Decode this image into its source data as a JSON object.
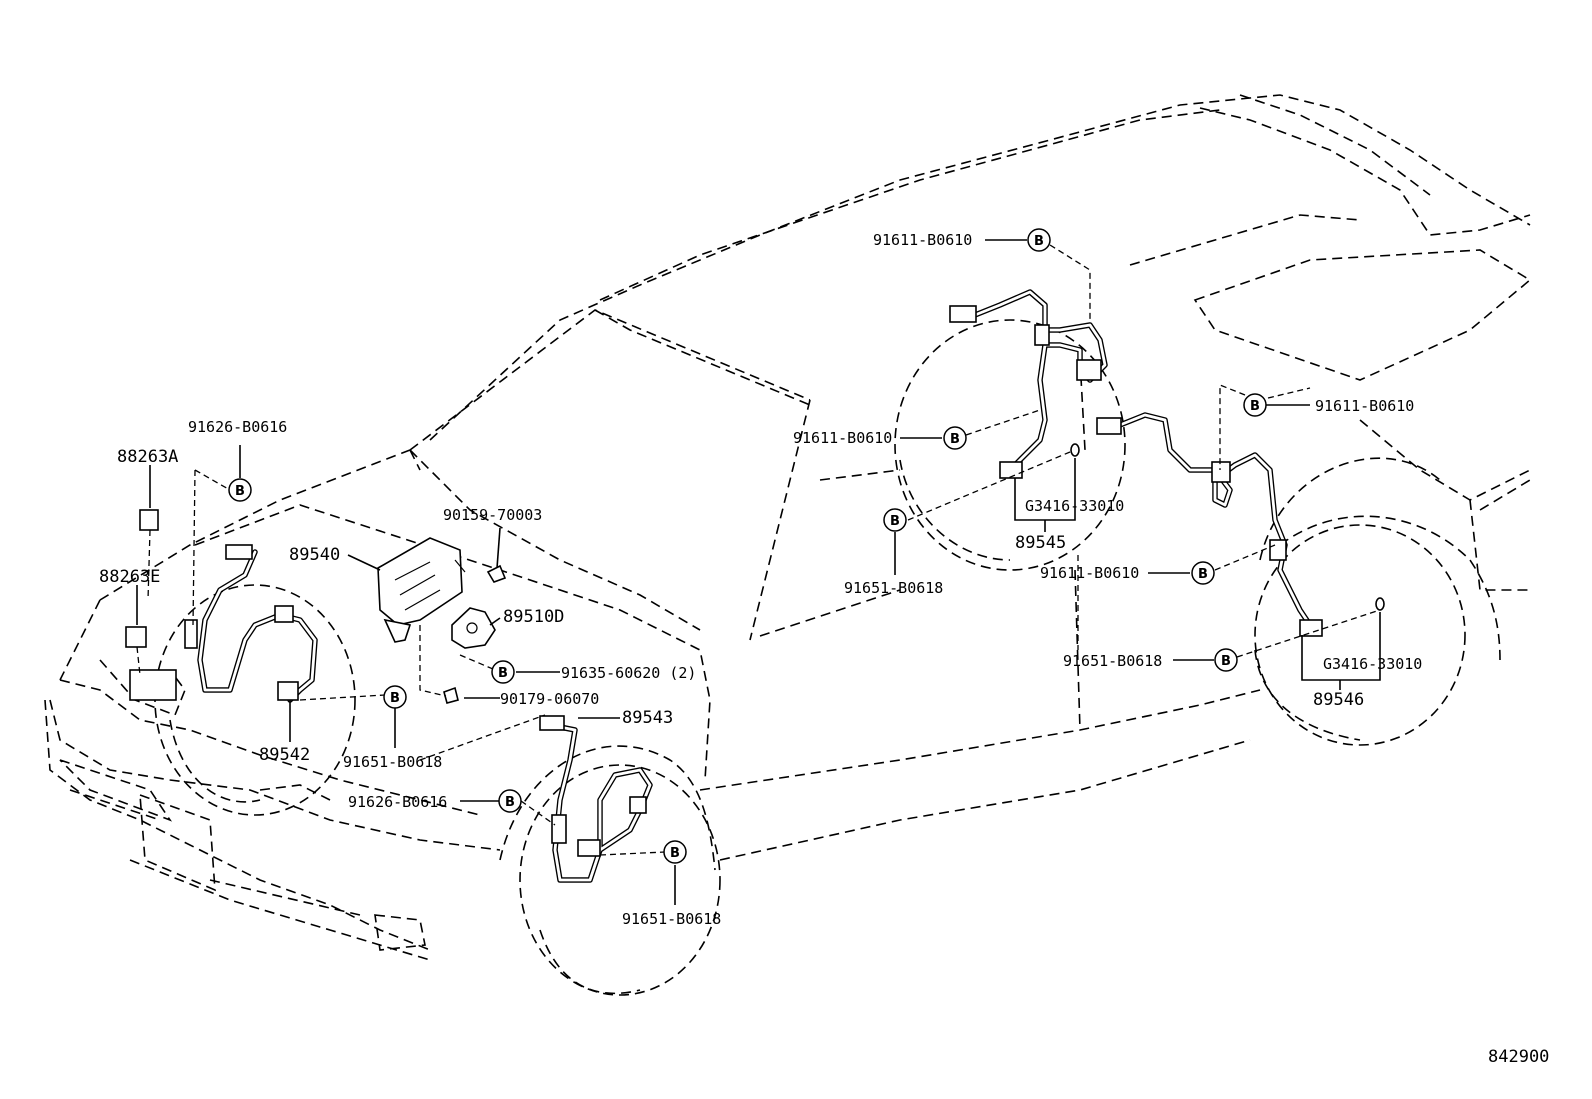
{
  "diagram": {
    "ref_code": "842900",
    "marker_letter": "B",
    "labels": {
      "p88263A": "88263A",
      "p88263E": "88263E",
      "p91626_b0616_a": "91626-B0616",
      "p89540": "89540",
      "p90159_70003": "90159-70003",
      "p89510D": "89510D",
      "p91635_60620": "91635-60620 (2)",
      "p90179_06070": "90179-06070",
      "p89543": "89543",
      "p89542": "89542",
      "p91651_b0618_a": "91651-B0618",
      "p91626_b0616_b": "91626-B0616",
      "p91651_b0618_b": "91651-B0618",
      "p91611_b0610_top": "91611-B0610",
      "p91611_b0610_left": "91611-B0610",
      "p91651_b0618_c": "91651-B0618",
      "p_g3416_33010_a": "G3416-33010",
      "p89545": "89545",
      "p91611_b0610_right": "91611-B0610",
      "p91611_b0610_mid": "91611-B0610",
      "p91651_b0618_d": "91651-B0618",
      "p_g3416_33010_b": "G3416-33010",
      "p89546": "89546"
    }
  }
}
